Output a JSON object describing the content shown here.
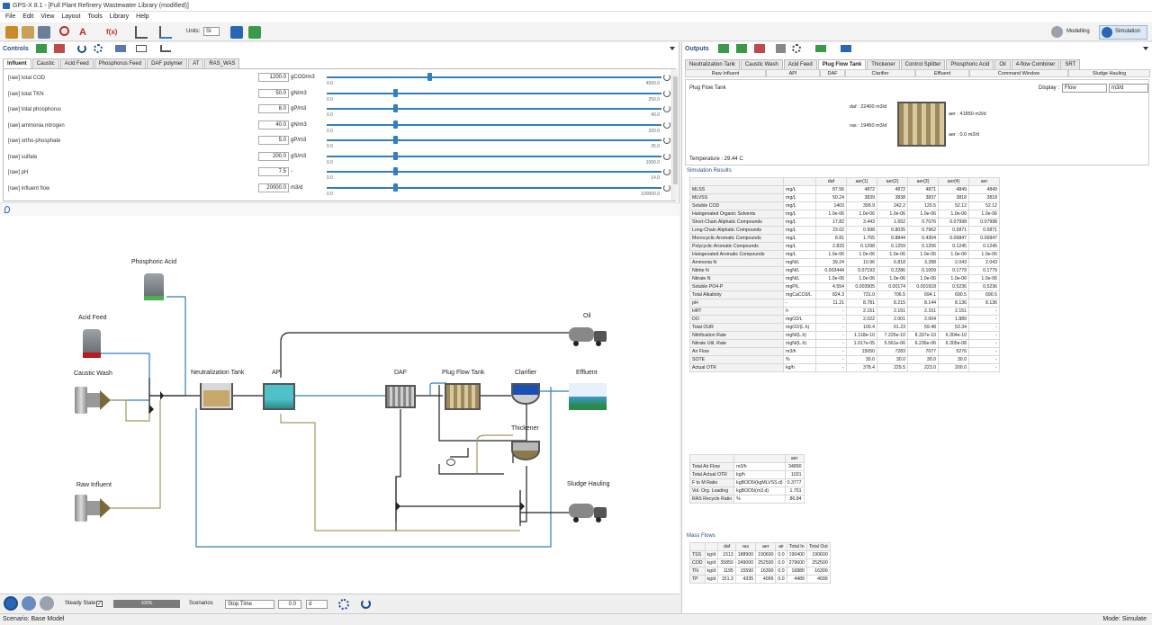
{
  "window": {
    "title": "GPS-X 8.1 - [Full Plant Refinery Wastewater Library (modified)]"
  },
  "menu": [
    "File",
    "Edit",
    "View",
    "Layout",
    "Tools",
    "Library",
    "Help"
  ],
  "toolbar": {
    "units_label": "Units:",
    "units_value": "SI"
  },
  "mode_buttons": {
    "modelling": "Modelling",
    "simulation": "Simulation"
  },
  "controls": {
    "title": "Controls",
    "tabs": [
      "Influent",
      "Caustic",
      "Acid Feed",
      "Phosphorus Feed",
      "DAF polymer",
      "AT",
      "RAS_WAS"
    ],
    "rows": [
      {
        "label": "[raw] total COD",
        "value": "1200.0",
        "unit": "gCOD/m3",
        "min": "0.0",
        "max": "4000.0",
        "level": 0.3
      },
      {
        "label": "[raw] total TKN",
        "value": "50.0",
        "unit": "gN/m3",
        "min": "0.0",
        "max": "250.0",
        "level": 0.2
      },
      {
        "label": "[raw] total phosphorus",
        "value": "8.0",
        "unit": "gP/m3",
        "min": "0.0",
        "max": "40.0",
        "level": 0.2
      },
      {
        "label": "[raw] ammonia nitrogen",
        "value": "40.0",
        "unit": "gN/m3",
        "min": "0.0",
        "max": "200.0",
        "level": 0.2
      },
      {
        "label": "[raw] ortho-phosphate",
        "value": "5.0",
        "unit": "gP/m3",
        "min": "0.0",
        "max": "25.0",
        "level": 0.2
      },
      {
        "label": "[raw] sulfate",
        "value": "200.0",
        "unit": "gS/m3",
        "min": "0.0",
        "max": "1000.0",
        "level": 0.2
      },
      {
        "label": "[raw] pH",
        "value": "7.5",
        "unit": "-",
        "min": "0.0",
        "max": "14.0",
        "level": 0.2
      },
      {
        "label": "[raw] influent flow",
        "value": "20000.0",
        "unit": "m3/d",
        "min": "0.0",
        "max": "100000.0",
        "level": 0.2
      }
    ]
  },
  "flowsheet": {
    "labels": {
      "phosphoric_acid": "Phosphoric Acid",
      "acid_feed": "Acid Feed",
      "caustic_wash": "Caustic Wash",
      "raw_influent": "Raw Influent",
      "neutralization_tank": "Neutralization Tank",
      "api": "API",
      "daf": "DAF",
      "plug_flow_tank": "Plug Flow Tank",
      "clarifier": "Clarifier",
      "effluent": "Effluent",
      "oil": "Oil",
      "thickener": "Thickener",
      "sludge_hauling": "Sludge Hauling"
    }
  },
  "simbar": {
    "steady_state": "Steady State",
    "progress": "100%",
    "scenarios": "Scenarios",
    "stop_time": "Stop Time",
    "stop_value": "0.0",
    "stop_unit": "d"
  },
  "outputs": {
    "title": "Outputs",
    "tabs_row1": [
      "Neutralization Tank",
      "Caustic Wash",
      "Acid Feed",
      "Plug Flow Tank",
      "Thickener",
      "Control Splitter",
      "Phosphoric Acid",
      "Oil",
      "4-flow Combiner",
      "SRT"
    ],
    "tabs_row2": [
      "Raw Influent",
      "API",
      "DAF",
      "Clarifier",
      "Effluent",
      "Command Window",
      "Sludge Hauling"
    ],
    "active_tab": "Plug Flow Tank",
    "unit_panel": {
      "name": "Plug Flow Tank",
      "display_label": "Display :",
      "display_value": "Flow",
      "unit_value": "m3/d",
      "daf": "daf : 22400 m3/d",
      "ras": "ras : 19450 m3/d",
      "aer": "aer : 41850 m3/d",
      "air": "aer : 0.0 m3/d",
      "temperature": "Temperature : 29.44 C"
    },
    "sim_results_title": "Simulation Results",
    "sim_cols": [
      "daf",
      "aer(1)",
      "aer(2)",
      "aer(3)",
      "aer(4)",
      "aer"
    ],
    "sim_rows": [
      [
        "MLSS",
        "mg/L",
        "87.56",
        "4872",
        "4872",
        "4871",
        "4849",
        "4849"
      ],
      [
        "MLVSS",
        "mg/L",
        "50.24",
        "3839",
        "3838",
        "3837",
        "3818",
        "3818"
      ],
      [
        "Soluble COD",
        "mg/L",
        "1403",
        "399.9",
        "242.2",
        "120.5",
        "52.12",
        "52.12"
      ],
      [
        "Halogenated Organic Solvents",
        "mg/L",
        "1.0e-06",
        "1.0e-06",
        "1.0e-06",
        "1.0e-06",
        "1.0e-06",
        "1.0e-06"
      ],
      [
        "Short-Chain Aliphatic Compounds",
        "mg/L",
        "17.82",
        "3.443",
        "1.652",
        "0.7076",
        "0.07998",
        "0.07998"
      ],
      [
        "Long-Chain Aliphatic Compounds",
        "mg/L",
        "23.02",
        "0.998",
        "0.8035",
        "0.7962",
        "0.5871",
        "0.5871"
      ],
      [
        "Monocyclic Aromatic Compounds",
        "mg/L",
        "8.81",
        "1.765",
        "0.8844",
        "0.4304",
        "0.06847",
        "0.06847"
      ],
      [
        "Polycyclic Aromatic Compounds",
        "mg/L",
        "2.833",
        "0.1298",
        "0.1259",
        "0.1256",
        "0.1245",
        "0.1245"
      ],
      [
        "Halogenated Aromatic Compounds",
        "mg/L",
        "1.0e-06",
        "1.0e-06",
        "1.0e-06",
        "1.0e-06",
        "1.0e-06",
        "1.0e-06"
      ],
      [
        "Ammonia N",
        "mgN/L",
        "39.24",
        "10.96",
        "6.818",
        "3.288",
        "2.043",
        "2.043"
      ],
      [
        "Nitrite N",
        "mgN/L",
        "0.003444",
        "0.07193",
        "0.2286",
        "0.1009",
        "0.1779",
        "0.1779"
      ],
      [
        "Nitrate N",
        "mgN/L",
        "1.0e-06",
        "1.0e-06",
        "1.0e-06",
        "1.0e-06",
        "1.0e-06",
        "1.0e-06"
      ],
      [
        "Soluble PO4-P",
        "mgP/L",
        "4.554",
        "0.003905",
        "0.00174",
        "0.001918",
        "0.5236",
        "0.5236"
      ],
      [
        "Total Alkalinity",
        "mgCaCO3/L",
        "824.3",
        "731.0",
        "706.5",
        "694.1",
        "690.5",
        "690.5"
      ],
      [
        "pH",
        "-",
        "11.21",
        "8.781",
        "8.215",
        "8.144",
        "8.136",
        "8.136"
      ],
      [
        "HRT",
        "h",
        "-",
        "2.151",
        "2.151",
        "2.151",
        "2.151",
        "-"
      ],
      [
        "DO",
        "mgO2/L",
        "-",
        "2.022",
        "2.001",
        "2.004",
        "1.889",
        "-"
      ],
      [
        "Total OUR",
        "mgO2/(L.h)",
        "-",
        "100.4",
        "61.23",
        "59.48",
        "53.34",
        "-"
      ],
      [
        "Nitrification Rate",
        "mgN/(L.h)",
        "-",
        "1.118e-10",
        "7.225e-10",
        "8.337e-10",
        "6.304e-10",
        "-"
      ],
      [
        "Nitrate Util. Rate",
        "mgN/(L.h)",
        "-",
        "1.017e-05",
        "5.561e-06",
        "6.236e-06",
        "6.305e-08",
        "-"
      ],
      [
        "Air Flow",
        "m3/h",
        "-",
        "15050",
        "7283",
        "7077",
        "5276",
        "-"
      ],
      [
        "SOTE",
        "%",
        "-",
        "30.0",
        "30.0",
        "30.0",
        "30.0",
        "-"
      ],
      [
        "Actual OTR",
        "kg/h",
        "-",
        "378.4",
        "229.5",
        "223.0",
        "200.0",
        "-"
      ]
    ],
    "summary_col": "aer",
    "summary_rows": [
      [
        "Total Air Flow",
        "m3/h",
        "34890"
      ],
      [
        "Total Actual OTR",
        "kg/h",
        "1031"
      ],
      [
        "F to M Ratio",
        "kgBOD5/(kgMLVSS.d)",
        "0.3777"
      ],
      [
        "Vol. Org. Loading",
        "kgBOD5/(m3.d)",
        "1.751"
      ],
      [
        "RAS Recycle Ratio",
        "%",
        "86.84"
      ]
    ],
    "mass_flows_title": "Mass Flows",
    "mass_cols": [
      "daf",
      "ras",
      "aer",
      "air",
      "Total In",
      "Total Out"
    ],
    "mass_rows": [
      [
        "TSS",
        "kg/d",
        "1513",
        "188900",
        "190600",
        "0.0",
        "190400",
        "190600"
      ],
      [
        "COD",
        "kg/d",
        "35850",
        "249000",
        "252500",
        "0.0",
        "279600",
        "252500"
      ],
      [
        "TN",
        "kg/d",
        "1195",
        "15590",
        "16300",
        "0.0",
        "16880",
        "16300"
      ],
      [
        "TP",
        "kg/d",
        "151.3",
        "4335",
        "4099",
        "0.0",
        "4489",
        "4099"
      ]
    ]
  },
  "status": {
    "scenario": "Scenario: Base Model",
    "mode": "Mode: Simulate"
  },
  "colors": {
    "accent": "#2f7fc1",
    "panel_title": "#2a4f85",
    "pipe_blue": "#2f7fc1",
    "pipe_olive": "#a39a5e",
    "pipe_black": "#222222"
  }
}
